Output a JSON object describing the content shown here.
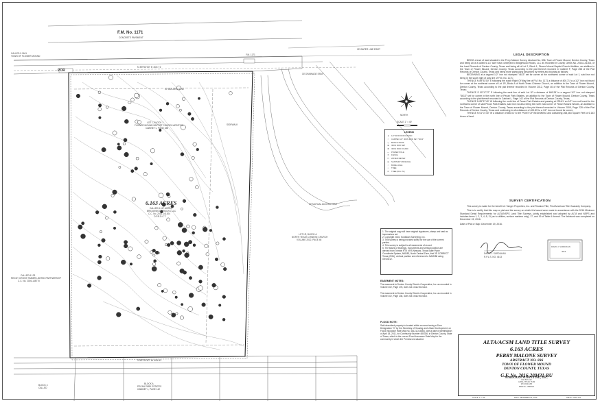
{
  "road": {
    "name": "F.M. No. 1171",
    "sub": "CONCRETE PAVEMENT"
  },
  "lot": {
    "acres": "6.163 ACRES",
    "desc_1": "CALLED 6.117 ACRES",
    "desc_2": "BRIDGEWOOD ROCKS, LLC",
    "desc_3": "C.C. No. 2016-141304",
    "desc_4": "O.P.R.D.C.T."
  },
  "labels": {
    "lot1": "LOT 1, BLOCK 1",
    "lot1_sub": "FLOWER MOUND BAPTIST CHURCH ADDITION",
    "lot1_sub2": "CABINET L, PAGE 338",
    "lot1r": "LOT 1R, BLOCK A",
    "lot1r_sub": "NORTH TEXAS CHINESE CHURCH",
    "lot1r_sub2": "VOLUME 2012, PAGE 46",
    "left_tract": "CALLED 8.133",
    "left_tract_2": "REDDY CROSS TIMBER LIMITED PARTNERSHIP",
    "left_tract_3": "C.C. No. 2004-138770",
    "town_top": "CALLED 0.1641",
    "town_top_2": "TOWN OF FLOWER MOUND",
    "block_a": "BLOCK A",
    "block_a_2": "PECAN PARK ESTATES",
    "block_a_3": "CABINET L, PAGE 142",
    "block_4": "BLOCK 4",
    "block_4_2": "CALLED",
    "north": "NORTH",
    "scale": "SCALE 1\" = 40'",
    "access_esmt": "20' MUTUAL ACCESS ESMT",
    "setback": "40' BUILDING LINE",
    "bearing_n": "N 89°53'00\" E  400.71'",
    "bearing_s": "S 89°53'40\" W  405.83",
    "drainage": "15' DRAINAGE ESMT",
    "water": "15' WATER LINE ESMT",
    "fm_label": "F.M. 1171",
    "sidewalk": "SIDEWALK",
    "por": "POR"
  },
  "legal": {
    "title": "LEGAL DESCRIPTION",
    "p1": "BEING a tract of land situated in the Perry Malone Survey, Abstract No. 836, Town of Flower Mound, Denton County, Texas and being all of a called 6.117 acre tract conveyed to Bridgewood Rocks, LLC as recorded in County Clerks No. 2016-141304, of the Land Records of Denton County, Texas and being all of Lot 2, Block 1, Flower Mound Baptist Church Addition, an addition to the Town of Flower Mound, Denton County, Texas according to the plat thereof recorded in Cabinet F, Page 258 of the Plat Records of Denton County, Texas and being more particularly described by metes and bounds as follows:",
    "p2": "BEGINNING at a capped 1/2\" iron rod stamped \"4613\" set for corner at the northwest corner of said Lot 1, said iron rod being in the south right of way line of F.M. No. 1171;",
    "p3": "THENCE N 89°53'00\" E following the south Right Of Way line of F.M. No. 1171 a distance of 400.71' to a 1/2\" iron rod found for corner at the northeast corner of Lot 1R, Block A of North Texas Chinese Church, an addition to the Town of Flower Mound, Denton County, Texas according to the plat thereof recorded in Volume 2012, Page 46 of the Plat Records of Denton County, Texas;",
    "p4": "THENCE S 00°17'27\" E following the west line of said Lot 1R a distance of 669.28' to a capped 1/2\" iron rod stamped \"4613\" set for corner in the north line of Pecan Park Estates, an addition to the Town of Flower Mound, Denton County, Texas according to the plat thereof recorded in Cabinet L, Page 142 of the Plat Records of Denton County, Texas;",
    "p5": "THENCE N 89°57'40\" W following the north line of Pecan Park Estates and passing at 233.61' an 1/2\" iron rod found for the northwest corner of said Pecan Park Estates, said iron rod also being the north east corner of Flower Mound Woods, an addition to the Town of Flower Mound, Denton County, Texas according to the plat thereof recorded in Volume 2009, Page 228 of the Plat Records of Denton County, Texas and continuing in all a distance of 405.83' to a 1/2\" iron rod found for corner;",
    "p6": "THENCE N 01°01'40\" W a distance of 660.02' to the POINT OF BEGINNING and containing 268,463 Square Feet or 6.163 Acres of land."
  },
  "certification": {
    "title": "SURVEY CERTIFICATION",
    "p1": "This survey is made for the benefit of: Yaeger Properties, Inc. and Reunion Title, First American Title Guaranty Company.",
    "p2": "This is to certify that this map or plat and the survey on which it is based were made in accordance with the 2016 Minimum Standard Detail Requirements for ALTA/NSPS Land Title Surveys, jointly established and adopted by ALTA and NSPS and includes items 1, 2, 3, 4, 8, 11 (as to utilities, surface markers only), 17, and 19 of Table A thereof. The fieldwork was completed on December 15, 2016.",
    "date": "Date of Plat or Map: December 19, 2016.",
    "name": "DAVID J. SURDUKAN",
    "rpls": "R.P.L.S. NO. 4613",
    "seal_1": "DAVID J. SURDUKAN",
    "seal_2": "4613"
  },
  "notes": {
    "n1": "1. The original copy will have original signatures, stamp and seal as impressions set.",
    "n2": "2. Copyright 2016, Surdukan Surveying, Inc.",
    "n3": "3. This survey is being provided solely for the use of the current parties.",
    "n4": "4. This survey is subject to all easements of record.",
    "n5": "5. The bases of bearings, monuments and vertical position are derived from Trimble RTK VRS Network, Texas State Plane Coordinate System, NAD83, North Central Zone, that 3D CORRECT Texas (2011), vertical position are referenced to NAVD88 using GEOID12."
  },
  "easement": {
    "title": "EASEMENT NOTES:",
    "p1": "The easement to Denton County Electric Cooperative, Inc. as recorded in Volume 402, Page 178, does not cross this tract.",
    "p2": "The easement to Denton County Electric Cooperative, Inc. as recorded in Volume 402, Page 236, does not cross this tract."
  },
  "flood": {
    "title": "FLOOD NOTE:",
    "p1": "Said described property is located within an area having a Zone Designation \"X\" by the Secretary of Housing and Urban Development, on Flood Insurance Rate Map No. 48121C0385G, with a date of identification of April 18, 2011, for Community Number 480336, in Denton County, State of Texas, which is the current Flood Insurance Rate Map for the community in which the Premises is situated."
  },
  "legend": {
    "title": "LEGEND",
    "items": [
      {
        "sym": "●",
        "text": "1/2\" IRON ROD FOUND"
      },
      {
        "sym": "○",
        "text": "CAPPED 1/2\" IRON ROD SET \"4613\""
      },
      {
        "sym": "◇",
        "text": "BENCH MARK"
      },
      {
        "sym": "⊕",
        "text": "IRON ROD SET"
      },
      {
        "sym": "⊗",
        "text": "IRON ROD FOUND"
      },
      {
        "sym": "—",
        "text": "POWER POLE"
      },
      {
        "sym": "✕",
        "text": "FENCE"
      },
      {
        "sym": "▭",
        "text": "WATER METER"
      },
      {
        "sym": "◎",
        "text": "SANITARY MANHOLE"
      },
      {
        "sym": "○",
        "text": "BORE HOLE"
      },
      {
        "sym": "☼",
        "text": "TREE"
      },
      {
        "sym": "⊙",
        "text": "TREE (DIA. IN.)"
      }
    ]
  },
  "title_block": {
    "line1": "ALTA/ACSM LAND TITLE SURVEY",
    "line2": "6.163 ACRES",
    "line3": "PERRY MALONE SURVEY",
    "line4": "ABSTRACT NO. 836",
    "line5": "TOWN OF FLOWER MOUND",
    "line6": "DENTON COUNTY, TEXAS",
    "gf": "G.F. No. 2016-209431-RU"
  },
  "firm": {
    "name": "SURDUKAN SURVEYING, INC.",
    "addr1": "P.O. BOX 126",
    "addr2": "ANNA, TEXAS 75409",
    "addr3": "(972) 924-8200",
    "addr4": "FIRM No. 10069500"
  },
  "strip": {
    "scale": "SCALE: 1\" = 40'",
    "date": "DATE: DECEMBER 20, 2016",
    "job": "JOB No. 2016-133"
  },
  "colors": {
    "ink": "#222222",
    "light_ink": "#888888",
    "contour": "#b5b5b5",
    "tree": "#333333"
  }
}
